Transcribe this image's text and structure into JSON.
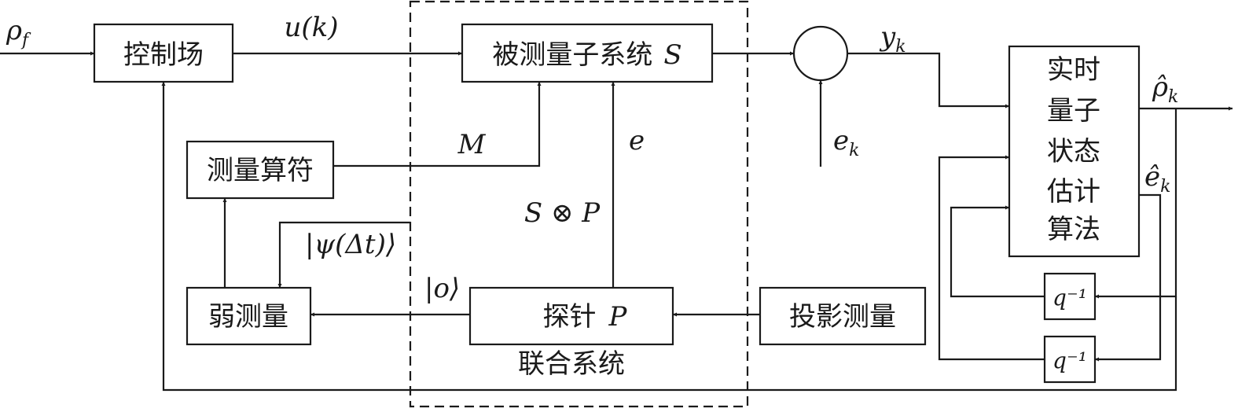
{
  "blocks": {
    "control_field": "控制场",
    "measured_subsystem": "被测量子系统",
    "measured_subsystem_var": "S",
    "measurement_operator": "测量算符",
    "weak_measurement": "弱测量",
    "probe": "探针",
    "probe_var": "P",
    "projective_measurement": "投影测量",
    "estimator_lines": [
      "实时",
      "量子",
      "状态",
      "估计",
      "算法"
    ],
    "delay_1": "q⁻¹",
    "delay_2": "q⁻¹"
  },
  "labels": {
    "rho_f": "ρ",
    "rho_f_sub": "f",
    "u_k": "u(k)",
    "y": "y",
    "y_sub": "k",
    "rho_hat": "ρ̂",
    "rho_hat_sub": "k",
    "M": "M",
    "e": "e",
    "e_k": "e",
    "e_k_sub": "k",
    "e_hat": "ê",
    "e_hat_sub": "k",
    "S_otimes_P": "S ⊗ P",
    "psi_dt": "|ψ(Δt)⟩",
    "o_ket": "|o⟩",
    "joint_system": "联合系统"
  }
}
